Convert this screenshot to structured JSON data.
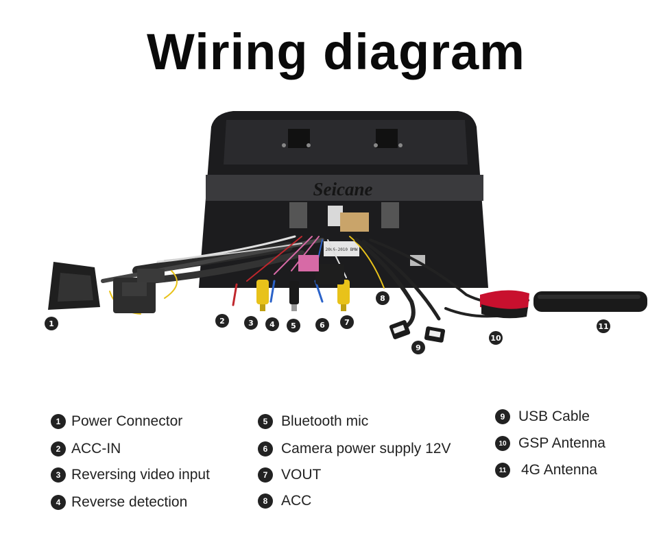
{
  "title": "Wiring diagram",
  "brand_logo": "Seicane",
  "unit_label": "2006-2010 BMW",
  "callouts": [
    "1",
    "2",
    "3",
    "4",
    "5",
    "6",
    "7",
    "8",
    "9",
    "10",
    "11"
  ],
  "legend": [
    {
      "num": "1",
      "label": "Power Connector"
    },
    {
      "num": "2",
      "label": "ACC-IN"
    },
    {
      "num": "3",
      "label": "Reversing video input"
    },
    {
      "num": "4",
      "label": "Reverse detection"
    },
    {
      "num": "5",
      "label": "Bluetooth mic"
    },
    {
      "num": "6",
      "label": "Camera power supply 12V"
    },
    {
      "num": "7",
      "label": "VOUT"
    },
    {
      "num": "8",
      "label": "ACC"
    },
    {
      "num": "9",
      "label": "USB Cable"
    },
    {
      "num": "10",
      "label": "GSP Antenna"
    },
    {
      "num": "11",
      "label": "4G Antenna"
    }
  ],
  "colors": {
    "device_body": "#1c1c1e",
    "rca_yellow": "#e8c21a",
    "wire_red": "#c0272d",
    "wire_blue": "#2b63c9",
    "wire_pink": "#d76aa6",
    "antenna_red": "#c8102e"
  }
}
